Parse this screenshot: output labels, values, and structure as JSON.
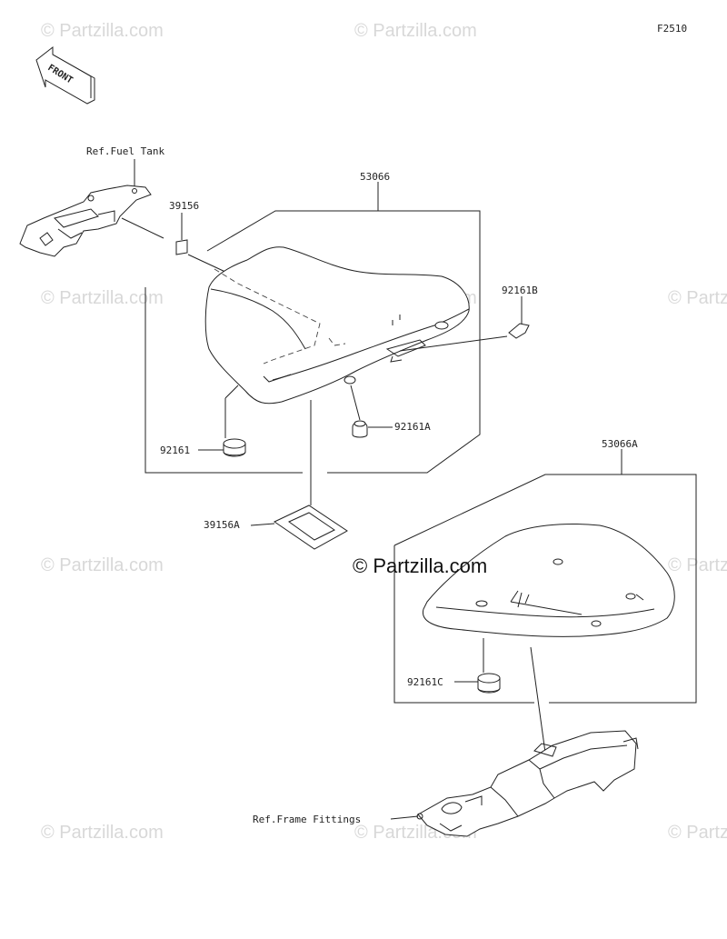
{
  "figure_code": "F2510",
  "front_label": "FRONT",
  "watermark_text": "© Partzilla.com",
  "brand_text": "© Partzilla.com",
  "callouts": {
    "fuel_tank_ref": "Ref.Fuel Tank",
    "seat_assy": "53066",
    "rear_seat_assy": "53066A",
    "pad_39156": "39156",
    "pad_39156a": "39156A",
    "damper_92161": "92161",
    "damper_92161a": "92161A",
    "damper_92161b": "92161B",
    "damper_92161c": "92161C",
    "frame_ref": "Ref.Frame Fittings"
  }
}
